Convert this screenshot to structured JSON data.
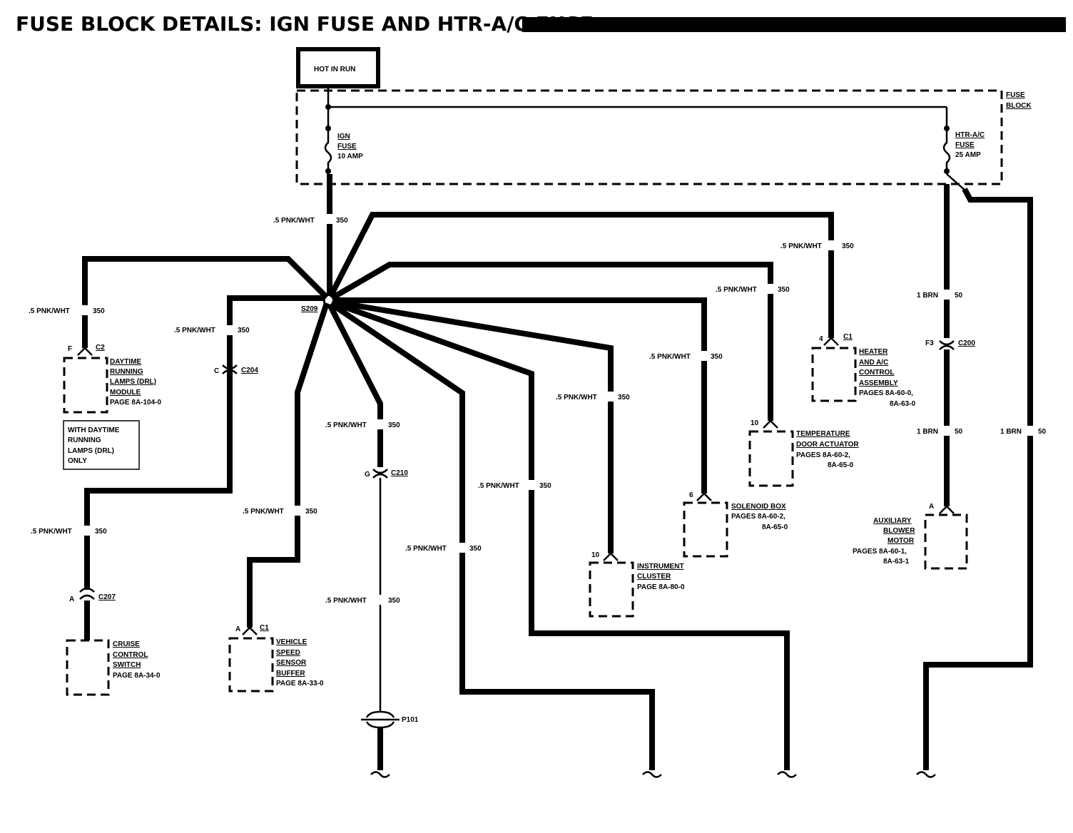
{
  "title": "FUSE BLOCK DETAILS:  IGN FUSE AND HTR-A/C FUSE",
  "hot_in_run": "HOT IN RUN",
  "fuse_block": [
    "FUSE",
    "BLOCK"
  ],
  "ign_fuse": [
    "IGN",
    "FUSE",
    "10 AMP"
  ],
  "htr_fuse": [
    "HTR-A/C",
    "FUSE",
    "25 AMP"
  ],
  "splice": "S209",
  "wire_pnk": ".5 PNK/WHT",
  "circuit_350": "350",
  "wire_brn": "1 BRN",
  "circuit_50": "50",
  "components": {
    "drl": {
      "pin": "F",
      "conn": "C2",
      "lines": [
        "DAYTIME",
        "RUNNING",
        "LAMPS (DRL)",
        "MODULE",
        "PAGE 8A-104-0"
      ]
    },
    "drl_note": [
      "WITH DAYTIME",
      "RUNNING",
      "LAMPS (DRL)",
      "ONLY"
    ],
    "c204": {
      "pin": "C",
      "conn": "C204"
    },
    "c207": {
      "pin": "A",
      "conn": "C207"
    },
    "cruise": {
      "lines": [
        "CRUISE",
        "CONTROL",
        "SWITCH",
        "PAGE 8A-34-0"
      ]
    },
    "vss": {
      "pin": "A",
      "conn": "C1",
      "lines": [
        "VEHICLE",
        "SPEED",
        "SENSOR",
        "BUFFER",
        "PAGE 8A-33-0"
      ]
    },
    "c210": {
      "pin": "G",
      "conn": "C210"
    },
    "p101": "P101",
    "cluster": {
      "pin": "10",
      "lines": [
        "INSTRUMENT",
        "CLUSTER",
        "PAGE 8A-80-0"
      ]
    },
    "solenoid": {
      "pin": "6",
      "lines": [
        "SOLENOID BOX",
        "PAGES 8A-60-2,",
        "8A-65-0"
      ]
    },
    "temp": {
      "pin": "10",
      "lines": [
        "TEMPERATURE",
        "DOOR ACTUATOR",
        "PAGES 8A-60-2,",
        "8A-65-0"
      ]
    },
    "heater": {
      "pin": "4",
      "conn": "C1",
      "lines": [
        "HEATER",
        "AND A/C",
        "CONTROL",
        "ASSEMBLY",
        "PAGES 8A-60-0,",
        "8A-63-0"
      ]
    },
    "c200": {
      "pin": "F3",
      "conn": "C200"
    },
    "blower": {
      "pin": "A",
      "lines": [
        "AUXILIARY",
        "BLOWER",
        "MOTOR",
        "PAGES 8A-60-1,",
        "8A-63-1"
      ]
    }
  }
}
